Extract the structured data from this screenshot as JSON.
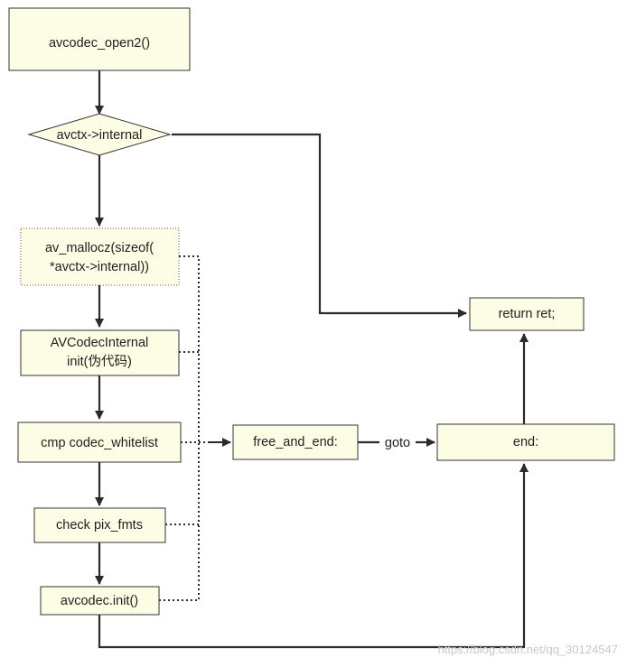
{
  "colors": {
    "box_fill": "#fdfde6",
    "box_stroke": "#333333",
    "edge": "#2b2b2b",
    "watermark": "#c8c8c8"
  },
  "nodes": {
    "start": "avcodec_open2()",
    "decision": "avctx->internal",
    "malloc_line1": "av_mallocz(sizeof(",
    "malloc_line2": "*avctx->internal))",
    "internal_line1": "AVCodecInternal",
    "internal_line2": "init(伪代码)",
    "whitelist": "cmp codec_whitelist",
    "pix_fmts": "check pix_fmts",
    "codec_init": "avcodec.init()",
    "free_and_end": "free_and_end:",
    "end": "end:",
    "return": "return ret;"
  },
  "edges": {
    "goto_label": "goto"
  },
  "watermark": "https://blog.csdn.net/qq_30124547"
}
